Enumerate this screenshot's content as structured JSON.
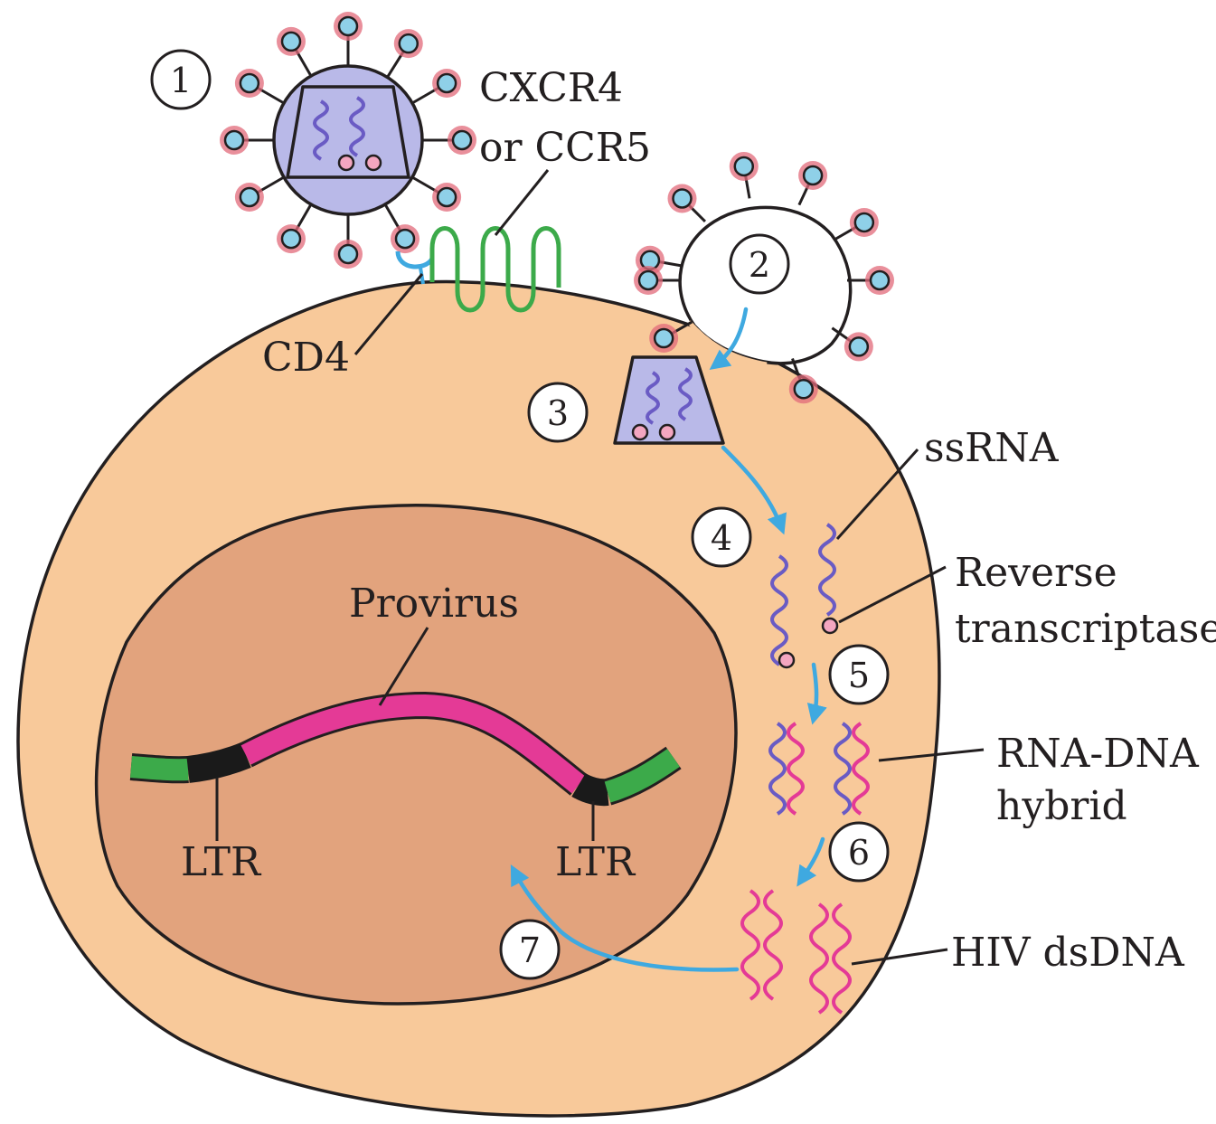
{
  "labels": {
    "coreceptor_line1": "CXCR4",
    "coreceptor_line2": "or CCR5",
    "cd4": "CD4",
    "ssrna": "ssRNA",
    "rt_line1": "Reverse",
    "rt_line2": "transcriptase",
    "hybrid_line1": "RNA-DNA",
    "hybrid_line2": "hybrid",
    "dsdna": "HIV dsDNA",
    "provirus": "Provirus",
    "ltr_left": "LTR",
    "ltr_right": "LTR"
  },
  "steps": [
    "1",
    "2",
    "3",
    "4",
    "5",
    "6",
    "7"
  ],
  "colors": {
    "cell": "#f8c99a",
    "nucleus": "#e2a37d",
    "virion": "#b9b9e8",
    "rna": "#6a5bc4",
    "dna": "#e43a96",
    "spike_tip": "#8fd0e8",
    "spike_halo": "#e26a7a",
    "receptor": "#3caa4a",
    "arrow": "#3fa9e0",
    "provirus": "#e43a96",
    "ltr": "#1a1a1a",
    "host_dna": "#3caa4a"
  }
}
